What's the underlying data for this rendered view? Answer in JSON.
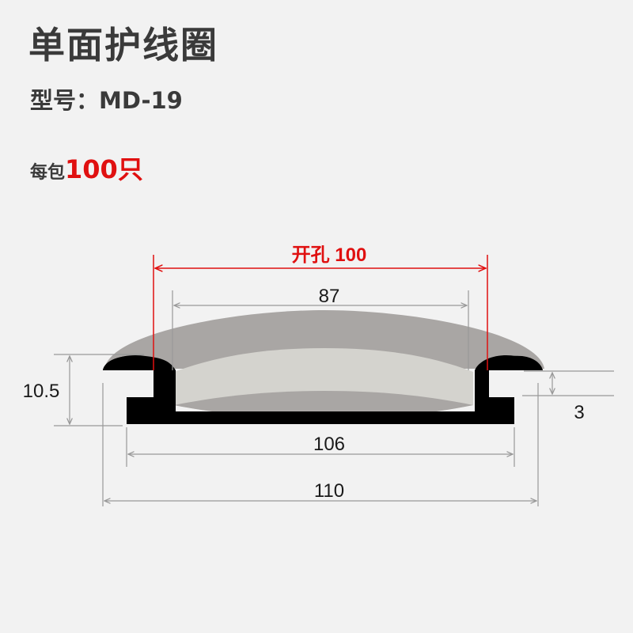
{
  "header": {
    "title": "单面护线圈",
    "model": "型号：MD-19",
    "pack_prefix": "每包",
    "pack_count": "100只"
  },
  "dimensions": {
    "hole": "开孔 100",
    "inner": "87",
    "base": "106",
    "overall": "110",
    "height": "10.5",
    "thickness": "3"
  },
  "colors": {
    "accent_red": "#e01010",
    "profile_black": "#000000",
    "membrane_gray": "#a9a6a4",
    "membrane_light": "#d4d3ce",
    "dimension_line": "#999999"
  }
}
